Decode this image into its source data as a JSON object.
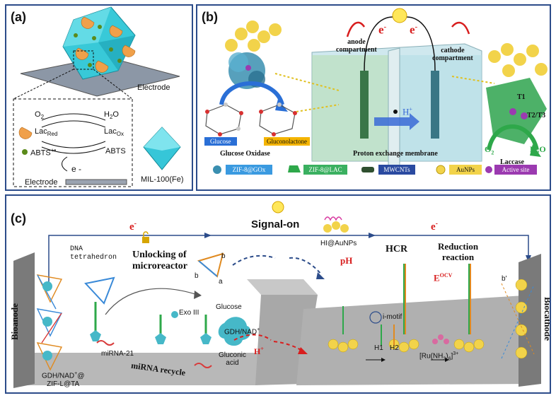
{
  "panel_a": {
    "label": "(a)",
    "electrode_top": "Electrode",
    "o2": "O",
    "o2_sub": "2",
    "h2o": "H",
    "h2o_sub": "2",
    "h2o_tail": "O",
    "lac_red": "Lac",
    "lac_red_sub": "Red",
    "lac_ox": "Lac",
    "lac_ox_sub": "Ox",
    "abts_plus": "ABTS",
    "abts_plus_sup": "+•",
    "abts": "ABTS",
    "electron": "e -",
    "electrode_bottom": "Electrode",
    "mof": "MIL-100(Fe)"
  },
  "panel_b": {
    "label": "(b)",
    "anode": "anode",
    "anode2": "compartment",
    "cathode": "cathode",
    "cathode2": "compartment",
    "e_left": "e",
    "e_right": "e",
    "e_sup": "-",
    "hplus": "H",
    "hplus_sup": "+",
    "t1": "T1",
    "t2t3": "T2/T3",
    "o2": "O",
    "o2_sub": "2",
    "h2o": "H",
    "h2o_sub": "2",
    "h2o_tail": "O",
    "glucose": "Glucose",
    "gluconolactone": "Gluconolactone",
    "glucose_oxidase": "Glucose Oxidase",
    "pem": "Proton exchange membrane",
    "laccase": "Laccase",
    "legend": [
      "ZIF-8@GOx",
      "ZIF-8@LAC",
      "MWCNTs",
      "AuNPs",
      "Active site"
    ]
  },
  "panel_c": {
    "label": "(c)",
    "signal_on": "Signal-on",
    "e_left": "e",
    "e_right": "e",
    "e_sup": "-",
    "dna_tetrahedron": "DNA",
    "dna_tetrahedron2": "tetrahedron",
    "unlocking": "Unlocking of",
    "unlocking2": "microreactor",
    "bioanode": "Bioanode",
    "biocathode": "Biocathode",
    "mirna21": "miRNA-21",
    "exo3": "Exo III",
    "glucose": "Glucose",
    "gdh": "GDH/NAD",
    "gdh_sup": "+",
    "gluconic": "Gluconic",
    "gluconic2": "acid",
    "hplus": "H",
    "hplus_sup": "+",
    "mirna_recycle": "miRNA recycle",
    "zif_label": "GDH/NAD",
    "zif_label_sup": "+",
    "zif_label_tail": "@",
    "zif_label2": "ZIF-L@TA",
    "hi_aunps": "HI@AuNPs",
    "ph": "pH",
    "imotif": "i-motif",
    "hcr": "HCR",
    "h1": "H1",
    "h2": "H2",
    "reduction": "Reduction",
    "reduction2": "reaction",
    "eocv": "E",
    "eocv_sup": "OCV",
    "ru": "[Ru(NH",
    "ru_sub": "3",
    "ru_mid": ")",
    "ru_sub2": "6",
    "ru_tail": "]",
    "ru_sup": "3+",
    "b_prime": "b'",
    "a_mark": "a",
    "b_mark": "b",
    "b_mark2": "b"
  },
  "colors": {
    "frame": "#2c4c8a",
    "electron_red": "#d81e1e",
    "mof_cyan": "#33c4d6",
    "laccase_green": "#2ea84a",
    "glucose_blue": "#2a6fd6",
    "gluconolactone_yellow": "#f4b400"
  }
}
